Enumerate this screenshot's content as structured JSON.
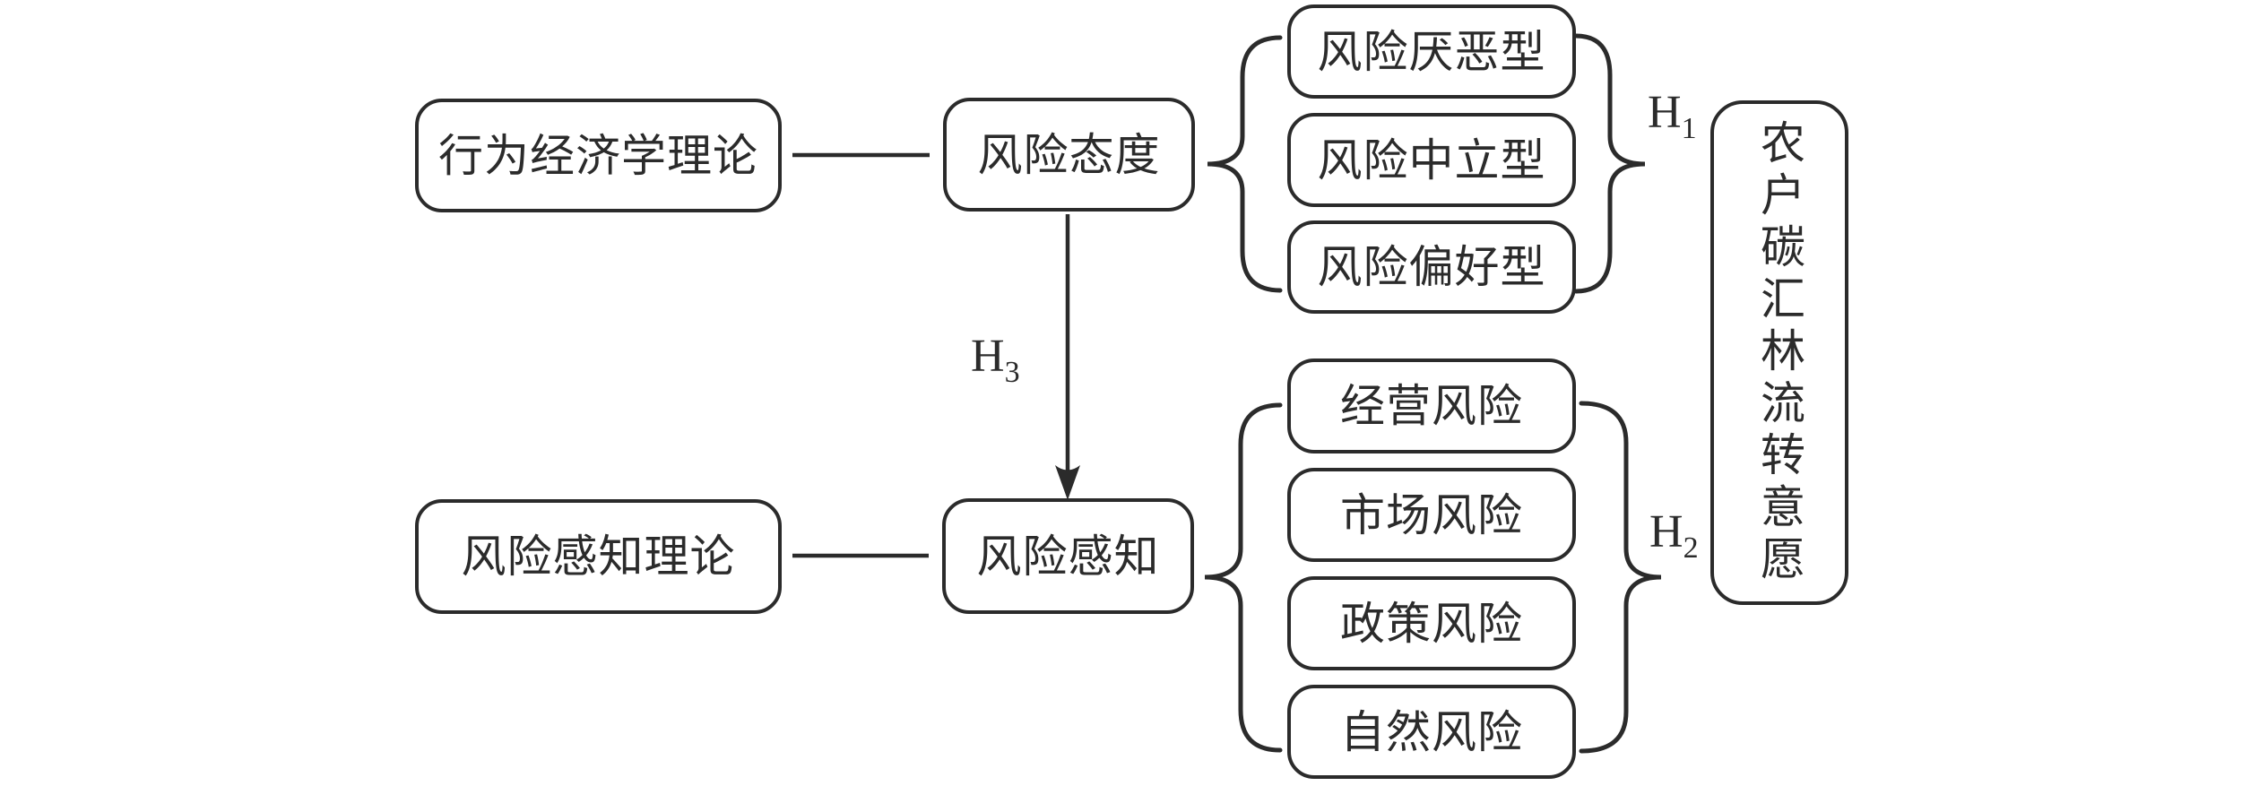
{
  "figure": {
    "colors": {
      "ink": "#2b2b2b",
      "background": "#ffffff"
    },
    "nodes": {
      "behavioral_theory": "行为经济学理论",
      "risk_attitude": "风险态度",
      "risk_averse": "风险厌恶型",
      "risk_neutral": "风险中立型",
      "risk_preferring": "风险偏好型",
      "risk_perception_theory": "风险感知理论",
      "risk_perception": "风险感知",
      "operational_risk": "经营风险",
      "market_risk": "市场风险",
      "policy_risk": "政策风险",
      "natural_risk": "自然风险",
      "outcome": "农户碳汇林流转意愿"
    },
    "hypotheses": {
      "h1": {
        "base": "H",
        "sub": "1"
      },
      "h2": {
        "base": "H",
        "sub": "2"
      },
      "h3": {
        "base": "H",
        "sub": "3"
      }
    }
  }
}
